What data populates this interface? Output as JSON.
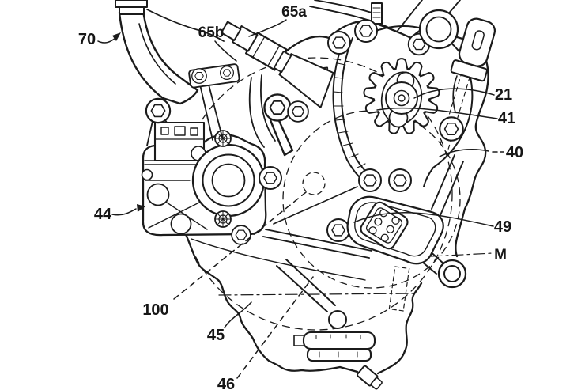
{
  "figure": {
    "background": "#ffffff",
    "ink": "#1b1b1b"
  },
  "labels": [
    {
      "ref": "70",
      "text": "70"
    },
    {
      "ref": "65a",
      "text": "65a"
    },
    {
      "ref": "65b",
      "text": "65b"
    },
    {
      "ref": "21",
      "text": "21"
    },
    {
      "ref": "41",
      "text": "41"
    },
    {
      "ref": "40",
      "text": "40"
    },
    {
      "ref": "44",
      "text": "44"
    },
    {
      "ref": "45",
      "text": "45"
    },
    {
      "ref": "46",
      "text": "46"
    },
    {
      "ref": "49",
      "text": "49"
    },
    {
      "ref": "100",
      "text": "100"
    },
    {
      "ref": "M",
      "text": "M"
    }
  ]
}
